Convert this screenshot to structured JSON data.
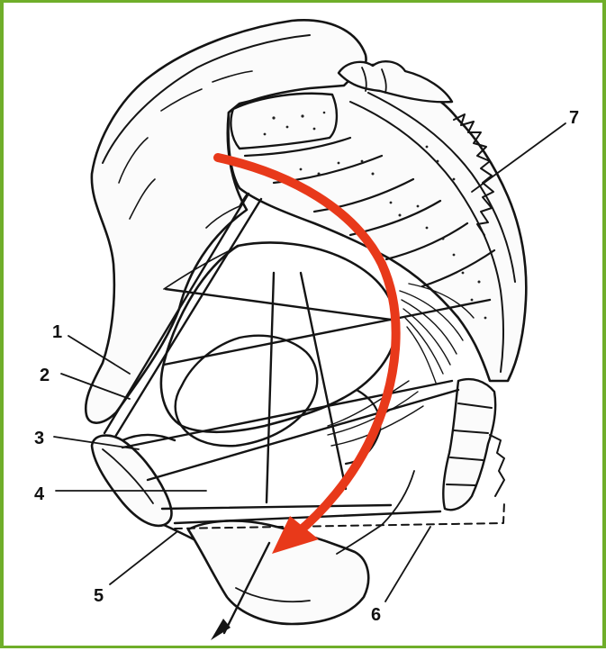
{
  "colors": {
    "frame": "#6fae2a",
    "axis_arrow": "#e8391a",
    "ink": "#141414"
  },
  "labels": {
    "l1": "1",
    "l2": "2",
    "l3": "3",
    "l4": "4",
    "l5": "5",
    "l6": "6",
    "l7": "7"
  }
}
